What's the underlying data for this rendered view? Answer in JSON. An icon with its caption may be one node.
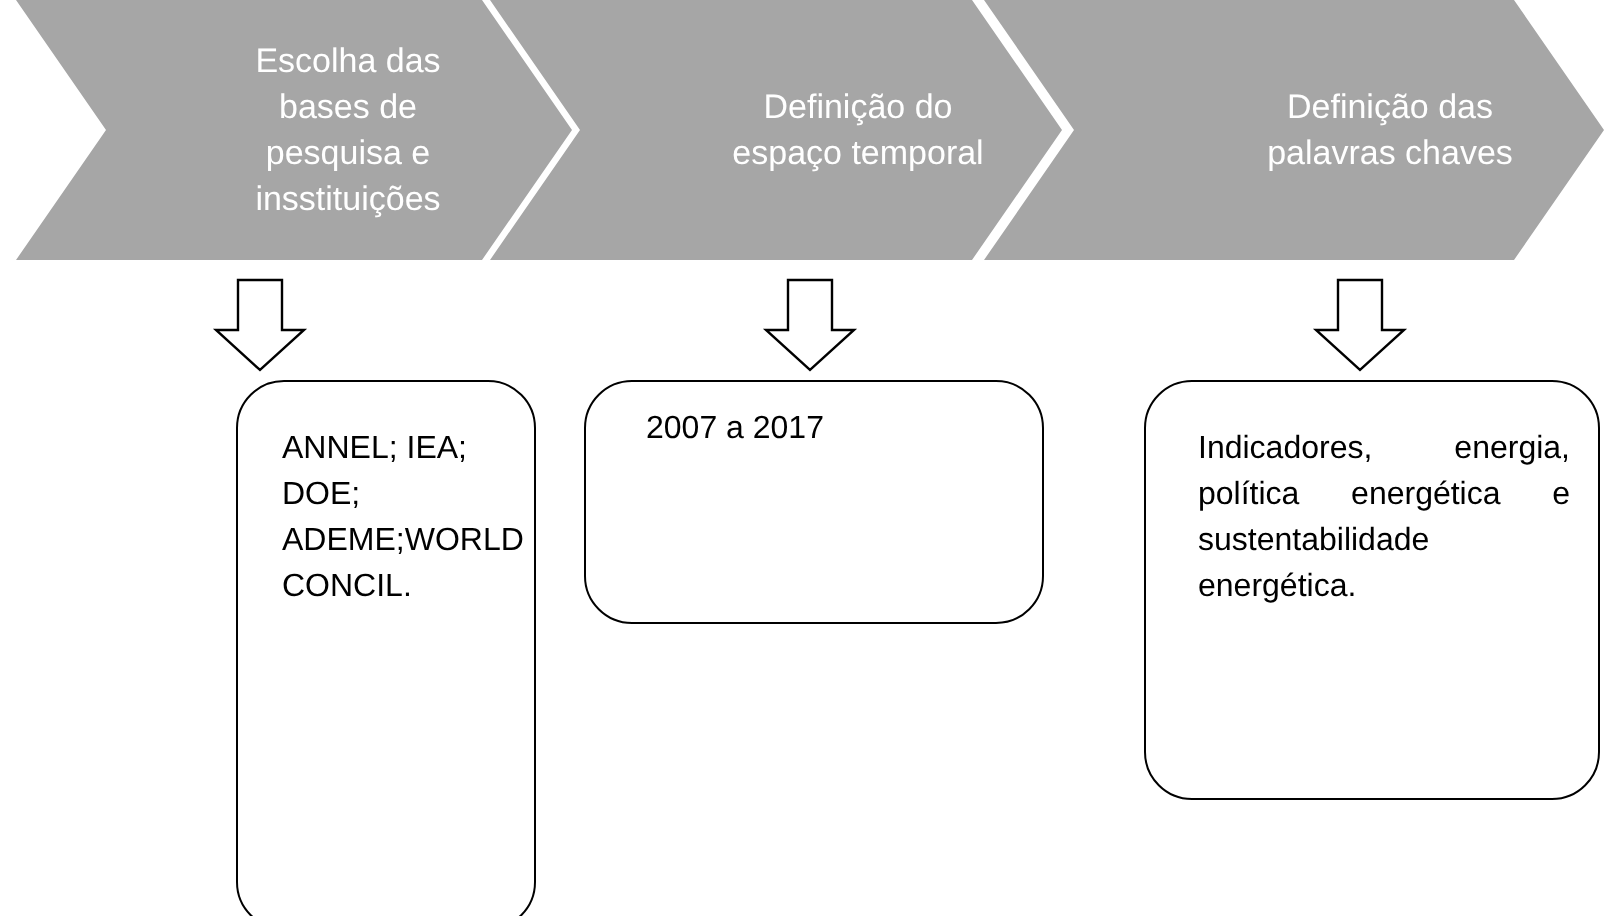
{
  "diagram": {
    "nodes": [
      {
        "text": [
          "Escolha das bases de pesquisa e insstituições"
        ]
      },
      {
        "text": [
          "Definição do espaço temporal"
        ]
      },
      {
        "text": [
          "Definição das palavras chaves"
        ]
      },
      {
        "text": [
          "ANNEL; IEA; DOE; ADEME;WORLD CONCIL."
        ]
      },
      {
        "text": [
          "2007 a 2017"
        ]
      },
      {
        "text": [
          "Indicadores, energia, política energética e sustentabilidade energética."
        ]
      }
    ],
    "edges": [
      {
        "from": 0,
        "to": 3,
        "arrow": "to"
      },
      {
        "from": 1,
        "to": 4,
        "arrow": "to"
      },
      {
        "from": 2,
        "to": 5,
        "arrow": "to"
      }
    ]
  }
}
